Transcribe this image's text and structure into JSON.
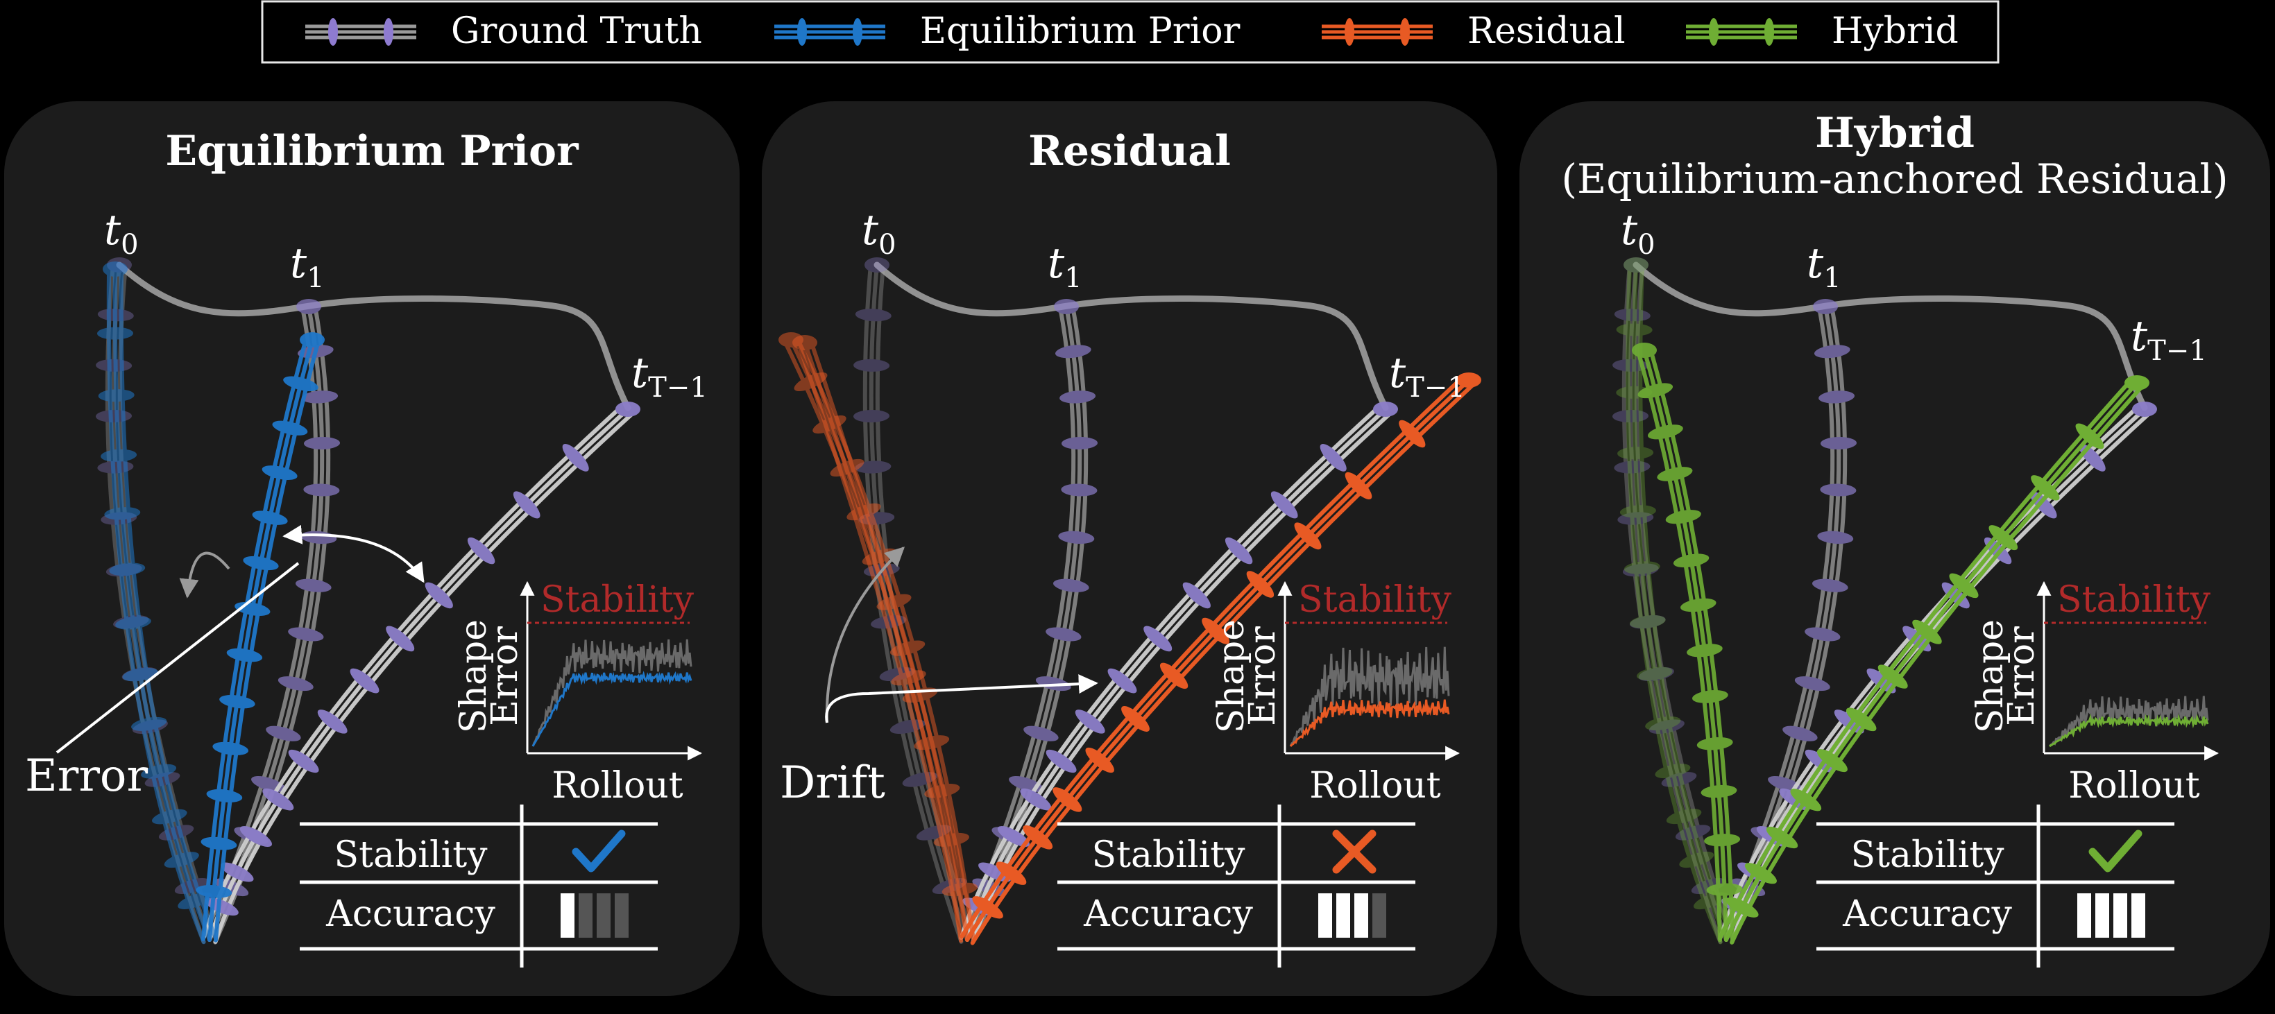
{
  "legend": {
    "items": [
      {
        "label": "Ground Truth",
        "color": "#9a9a9a",
        "marker": "#8e7bd0"
      },
      {
        "label": "Equilibrium Prior",
        "color": "#1f77c9"
      },
      {
        "label": "Residual",
        "color": "#e85a24"
      },
      {
        "label": "Hybrid",
        "color": "#6fae34"
      }
    ]
  },
  "colors": {
    "ground_truth": "#a6a6a6",
    "gt_marker": "#8c7ec9",
    "equilibrium": "#1f77c9",
    "residual": "#e85a24",
    "hybrid": "#6fae34",
    "stability_line": "#b22a2a",
    "panel_bg": "#1c1c1c"
  },
  "panels": [
    {
      "id": "equilibrium",
      "title": "Equilibrium Prior",
      "subtitle": "",
      "title_color": "#1f77c9",
      "time_labels": {
        "t0": "t",
        "t0_sub": "0",
        "t1": "t",
        "t1_sub": "1",
        "tT": "t",
        "tT_sub": "T−1"
      },
      "annotation": "Error",
      "inset": {
        "stability": "Stability",
        "ylabel_top": "Shape",
        "ylabel_bottom": "Error",
        "xlabel": "Rollout"
      },
      "table": {
        "rows": [
          "Stability",
          "Accuracy"
        ],
        "stability_icon": "check-icon",
        "accuracy_filled": 1,
        "accuracy_total": 4
      }
    },
    {
      "id": "residual",
      "title": "Residual",
      "subtitle": "",
      "title_color": "#e85a24",
      "time_labels": {
        "t0": "t",
        "t0_sub": "0",
        "t1": "t",
        "t1_sub": "1",
        "tT": "t",
        "tT_sub": "T−1"
      },
      "annotation": "Drift",
      "inset": {
        "stability": "Stability",
        "ylabel_top": "Shape",
        "ylabel_bottom": "Error",
        "xlabel": "Rollout"
      },
      "table": {
        "rows": [
          "Stability",
          "Accuracy"
        ],
        "stability_icon": "cross-icon",
        "accuracy_filled": 3,
        "accuracy_total": 4
      }
    },
    {
      "id": "hybrid",
      "title": "Hybrid",
      "subtitle": "(Equilibrium-anchored Residual)",
      "title_color": "#6fae34",
      "time_labels": {
        "t0": "t",
        "t0_sub": "0",
        "t1": "t",
        "t1_sub": "1",
        "tT": "t",
        "tT_sub": "T−1"
      },
      "annotation": "",
      "inset": {
        "stability": "Stability",
        "ylabel_top": "Shape",
        "ylabel_bottom": "Error",
        "xlabel": "Rollout"
      },
      "table": {
        "rows": [
          "Stability",
          "Accuracy"
        ],
        "stability_icon": "check-icon",
        "accuracy_filled": 4,
        "accuracy_total": 4
      }
    }
  ]
}
